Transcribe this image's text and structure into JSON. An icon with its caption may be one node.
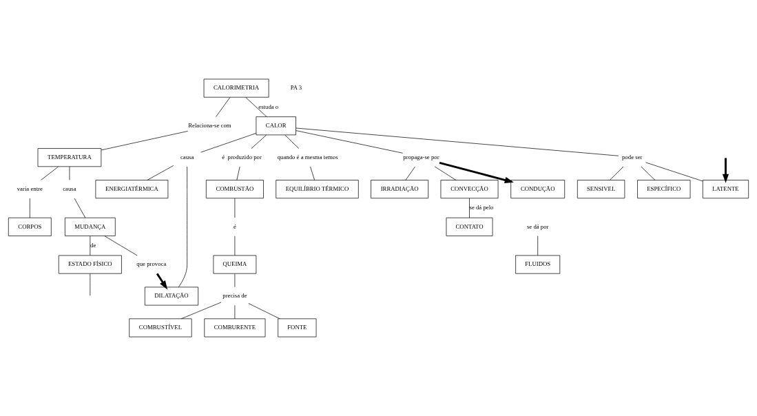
{
  "diagram": {
    "nodes": [
      {
        "text": [
          "CALORIMETRIA"
        ]
      },
      {
        "text": [
          "ESPECÍFICO"
        ]
      },
      {
        "text": [
          "Relaciona-se com"
        ]
      },
      {
        "text": [
          "pode ser"
        ]
      },
      {
        "text": [
          "SENSIVEL"
        ]
      },
      {
        "text": [
          "TEMPERATURA"
        ]
      },
      {
        "text": [
          "CALOR"
        ]
      },
      {
        "text": [
          "LATENTE"
        ]
      },
      {
        "text": [
          "causa"
        ]
      },
      {
        "text": [
          "varia entre"
        ]
      },
      {
        "text": [
          "causa"
        ]
      },
      {
        "text": [
          "é  produzido por"
        ]
      },
      {
        "text": [
          "quando é a mesma temos"
        ]
      },
      {
        "text": [
          "propaga-se por"
        ]
      },
      {
        "text": [
          "COMBUSTÃO"
        ]
      },
      {
        "text": [
          "MUDANÇA"
        ]
      },
      {
        "text": [
          "CORPOS"
        ]
      },
      {
        "text": [
          "é"
        ]
      },
      {
        "text": [
          "EQUILÍBRIO TÉRMICO"
        ]
      },
      {
        "text": [
          "ENERGIATÉRMICA"
        ]
      },
      {
        "text": [
          "DILATAÇÃO"
        ]
      },
      {
        "text": [
          "QUEIMA"
        ]
      },
      {
        "text": [
          "que provoca"
        ]
      },
      {
        "text": [
          "CONDUÇÃO"
        ]
      },
      {
        "text": [
          "IRRADIAÇÃO"
        ]
      },
      {
        "text": [
          "precisa de"
        ]
      },
      {
        "text": [
          "CONVECÇÃO"
        ]
      },
      {
        "text": [
          "ESTADO FÍSICO"
        ]
      },
      {
        "text": [
          "se dá por"
        ]
      },
      {
        "text": [
          "FLUIDOS"
        ]
      },
      {
        "text": [
          "CONTATO"
        ]
      },
      {
        "text": [
          "COMBUSTÍVEL"
        ]
      },
      {
        "text": [
          "COMBURENTE"
        ]
      },
      {
        "text": [
          "FONTE"
        ]
      }
    ],
    "edges": [
      {
        "from": 0,
        "to": 2,
        "arrow": "none"
      },
      {
        "from": 2,
        "to": 5,
        "arrow": "none"
      },
      {
        "from": 0,
        "to": 6,
        "arrow": "none",
        "label": "estuda o"
      },
      {
        "from": 6,
        "to": 3,
        "arrow": "none"
      },
      {
        "from": 3,
        "to": 1,
        "arrow": "none"
      },
      {
        "from": 3,
        "to": 4,
        "arrow": "none"
      },
      {
        "from": 3,
        "to": 7,
        "arrow": "none"
      },
      {
        "from": null,
        "to": 7,
        "arrow": "to",
        "style": "thick"
      },
      {
        "from": 5,
        "to": 8,
        "arrow": "none"
      },
      {
        "from": 8,
        "to": 15,
        "arrow": "none"
      },
      {
        "from": 5,
        "to": 9,
        "arrow": "none"
      },
      {
        "from": 9,
        "to": 16,
        "arrow": "none"
      },
      {
        "from": 6,
        "to": 10,
        "arrow": "none"
      },
      {
        "from": 10,
        "to": 19,
        "arrow": "none"
      },
      {
        "from": 10,
        "to": 20,
        "arrow": "none"
      },
      {
        "from": 6,
        "to": 12,
        "arrow": "none"
      },
      {
        "from": 12,
        "to": 18,
        "arrow": "none"
      },
      {
        "from": 6,
        "to": 11,
        "arrow": "none"
      },
      {
        "from": 11,
        "to": 14,
        "arrow": "none"
      },
      {
        "from": 6,
        "to": 13,
        "arrow": "none"
      },
      {
        "from": 13,
        "to": 23,
        "arrow": "to",
        "style": "thick"
      },
      {
        "from": 13,
        "to": 24,
        "arrow": "none"
      },
      {
        "from": 13,
        "to": 26,
        "arrow": "none"
      },
      {
        "from": 14,
        "to": 17,
        "arrow": "none"
      },
      {
        "from": 17,
        "to": 21,
        "arrow": "none"
      },
      {
        "from": 15,
        "to": 27,
        "arrow": "none",
        "label": "de"
      },
      {
        "from": 27,
        "to": null,
        "arrow": "none"
      },
      {
        "from": 15,
        "to": 22,
        "arrow": "none"
      },
      {
        "from": 22,
        "to": 20,
        "arrow": "to",
        "style": "thick"
      },
      {
        "from": 21,
        "to": 25,
        "arrow": "none"
      },
      {
        "from": 25,
        "to": 31,
        "arrow": "none"
      },
      {
        "from": 25,
        "to": 32,
        "arrow": "none"
      },
      {
        "from": 25,
        "to": 33,
        "arrow": "none"
      },
      {
        "from": 26,
        "to": 30,
        "arrow": "none",
        "label": "se dá pelo"
      },
      {
        "from": 28,
        "to": 29,
        "arrow": "none"
      }
    ],
    "labels": [
      "PA 3"
    ]
  }
}
